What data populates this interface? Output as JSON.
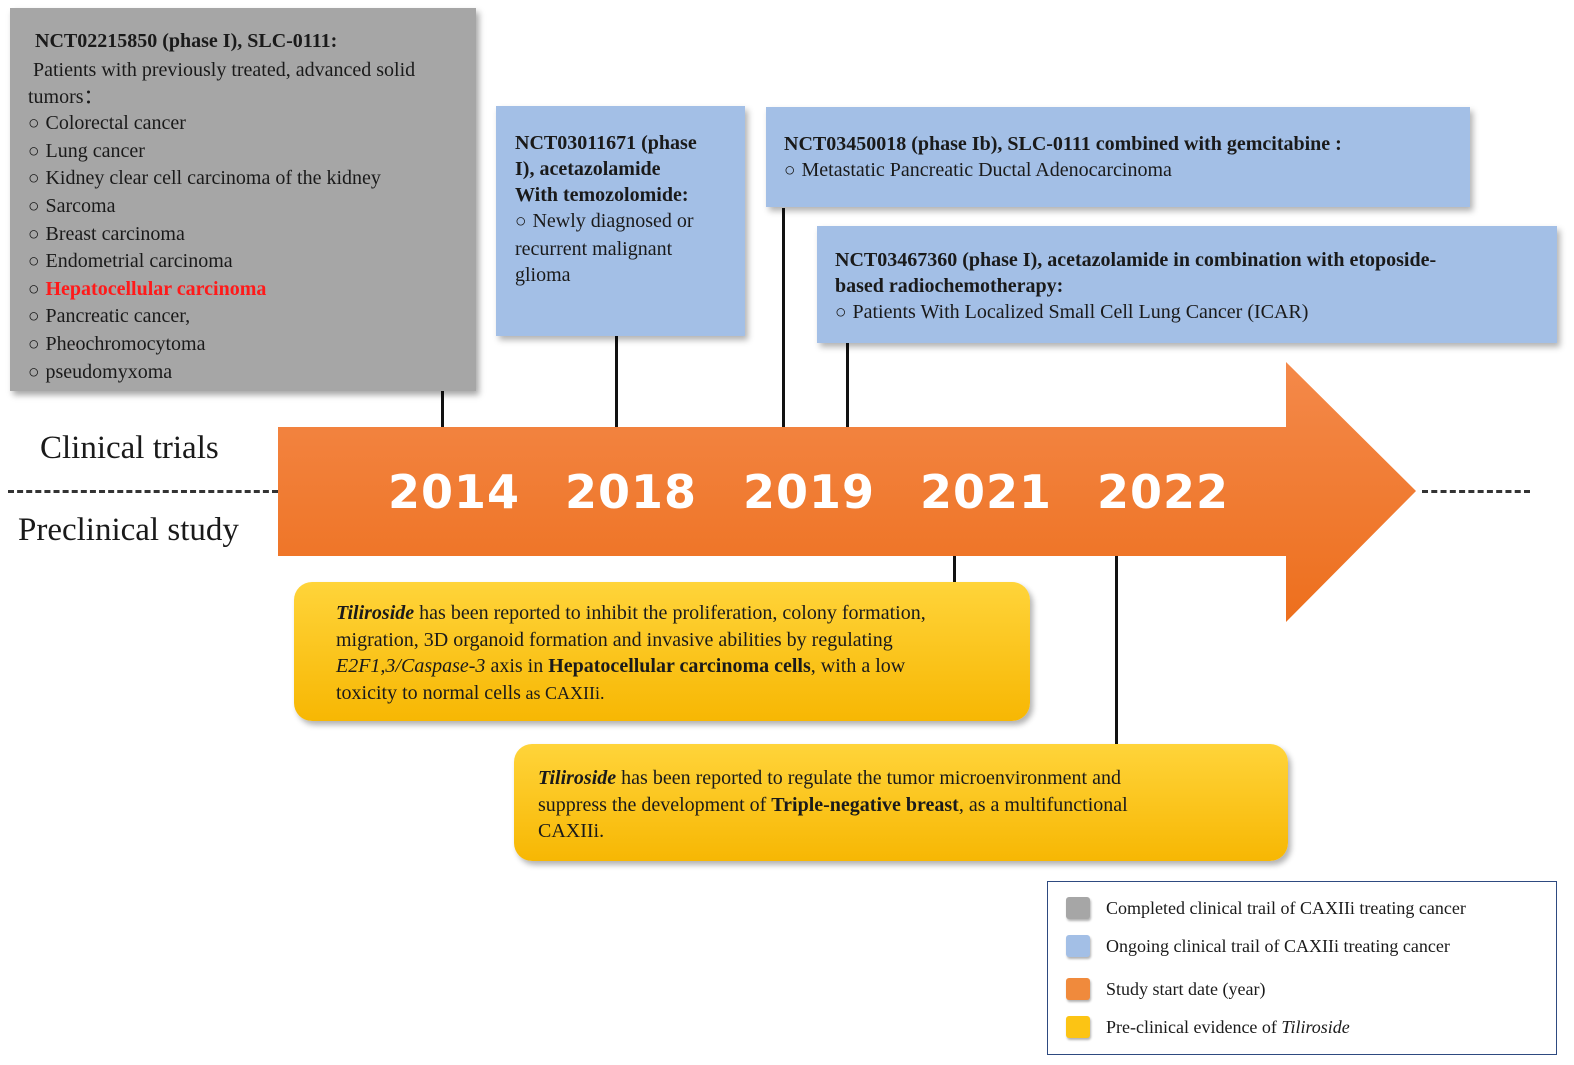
{
  "labels": {
    "clinical": "Clinical trials",
    "preclinical": "Preclinical study"
  },
  "years": [
    "2014",
    "2018",
    "2019",
    "2021",
    "2022"
  ],
  "trial_2014": {
    "title": "NCT02215850 (phase I), SLC-0111:",
    "intro_1": "Patients with previously treated, advanced solid",
    "intro_2": "tumors：",
    "items": [
      "Colorectal cancer",
      "Lung cancer",
      "Kidney clear cell carcinoma of the kidney",
      "Sarcoma",
      "Breast carcinoma",
      "Endometrial carcinoma",
      "Hepatocellular carcinoma",
      "Pancreatic cancer,",
      "Pheochromocytoma",
      "pseudomyxoma"
    ],
    "bullet": "○"
  },
  "trial_2018": {
    "title_1": "NCT03011671 (phase",
    "title_2": "I), acetazolamide",
    "title_3": "With temozolomide:",
    "item_1": "Newly diagnosed or",
    "item_2": "recurrent malignant",
    "item_3": "glioma"
  },
  "trial_2019a": {
    "title": "NCT03450018 (phase Ib), SLC-0111 combined with gemcitabine :",
    "item": "Metastatic Pancreatic Ductal Adenocarcinoma"
  },
  "trial_2019b": {
    "title_1": "NCT03467360 (phase I),  acetazolamide in combination with etoposide-",
    "title_2": "based radiochemotherapy:",
    "item": "Patients With Localized Small Cell Lung Cancer (ICAR)"
  },
  "pre_2021": {
    "drug": "Tiliroside",
    "t1": " has been reported to ",
    "t2": "inhibit the",
    "t3": " proliferation, colony formation,",
    "t4": "migration, 3D organoid formation and invasive abilities by regulating",
    "t5": "E2F1,3/Caspase-3",
    "t6": " axis in ",
    "t7": "Hepatocellular carcinoma cells",
    "t8": ", with a low",
    "t9": "toxicity to normal cells",
    "t10": " as CAXIIi."
  },
  "pre_2022": {
    "drug": "Tiliroside",
    "t1": " has been reported to regulate the tumor microenvironment and",
    "t2": "suppress the development of ",
    "t3": "Triple-negative breast",
    "t4": ", as a multifunctional",
    "t5": "CAXIIi."
  },
  "legend": [
    {
      "label": "Completed clinical trail of CAXIIi treating cancer",
      "color": "#a6a6a6"
    },
    {
      "label": "Ongoing clinical trail of CAXIIi treating cancer",
      "color": "#a3bfe6"
    },
    {
      "label": "Study start date (year)",
      "color": "#f08a3c"
    },
    {
      "label_prefix": "Pre-clinical evidence of ",
      "label_italic": "Tiliroside",
      "color": "#fcc414"
    }
  ],
  "colors": {
    "arrow_top": "#f4894a",
    "arrow_bottom": "#ed6f1d",
    "completed": "#a6a6a6",
    "ongoing": "#a3bfe6",
    "preclinical": "#fcc414"
  }
}
